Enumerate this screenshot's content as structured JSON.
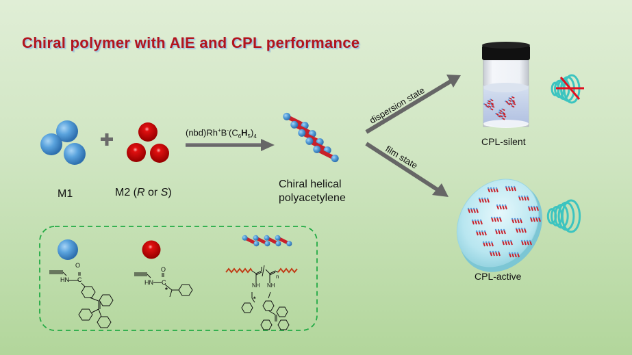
{
  "title": "Chiral polymer with AIE and CPL performance",
  "monomers": {
    "m1_label": "M1",
    "m2_label_prefix": "M2 (",
    "m2_label_r": "R",
    "m2_label_or": " or ",
    "m2_label_s": "S",
    "m2_label_suffix": ")",
    "plus_sign": "+"
  },
  "catalyst": {
    "prefix": "(nbd)Rh",
    "sup1": "+",
    "mid": "B",
    "sup2": "-",
    "paren_open": "(C",
    "sub1": "6",
    "h": "H",
    "sub2": "5",
    "paren_close": ")",
    "sub3": "4"
  },
  "polymer": {
    "line1": "Chiral helical",
    "line2": "polyacetylene"
  },
  "pathways": {
    "dispersion_label": "dispersion state",
    "film_label": "film state"
  },
  "outcomes": {
    "silent_label": "CPL-silent",
    "active_label": "CPL-active"
  },
  "structures_box": {
    "hn_label": "HN",
    "o_label": "O",
    "c_label": "C",
    "nh_label": "NH",
    "star_label": "*",
    "n_label": "n"
  },
  "colors": {
    "title": "#b3141d",
    "monomer_blue": "#4f9ad8",
    "monomer_red": "#c40000",
    "arrow_gray": "#707070",
    "coil_teal": "#3cc4c0",
    "dash_green": "#22aa44"
  }
}
